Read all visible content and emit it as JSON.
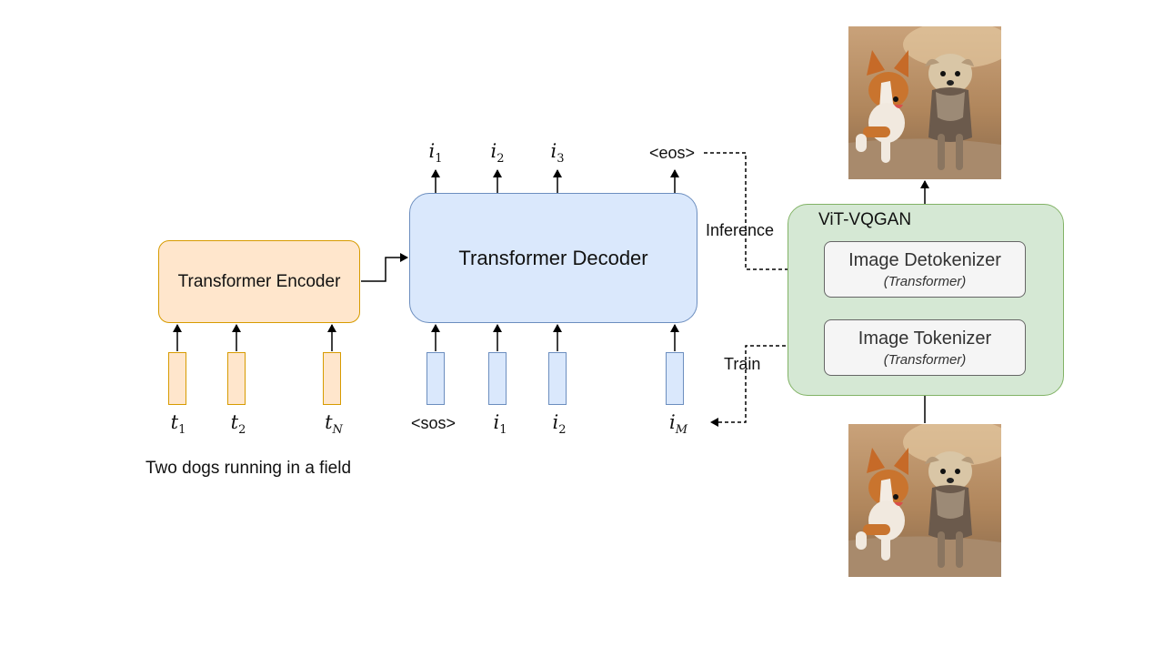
{
  "encoder": {
    "label": "Transformer Encoder"
  },
  "decoder": {
    "label": "Transformer Decoder"
  },
  "vqgan": {
    "title": "ViT-VQGAN",
    "detokenizer": {
      "label": "Image Detokenizer",
      "sub": "(Transformer)"
    },
    "tokenizer": {
      "label": "Image Tokenizer",
      "sub": "(Transformer)"
    }
  },
  "text_tokens": [
    {
      "sym": "t",
      "idx": "1"
    },
    {
      "sym": "t",
      "idx": "2"
    },
    {
      "sym": "t",
      "idx": "N"
    }
  ],
  "decoder_inputs": {
    "sos": "<sos>",
    "tokens": [
      {
        "sym": "i",
        "idx": "1"
      },
      {
        "sym": "i",
        "idx": "2"
      },
      {
        "sym": "i",
        "idx": "M"
      }
    ]
  },
  "decoder_outputs": {
    "tokens": [
      {
        "sym": "i",
        "idx": "1"
      },
      {
        "sym": "i",
        "idx": "2"
      },
      {
        "sym": "i",
        "idx": "3"
      }
    ],
    "eos": "<eos>"
  },
  "caption": "Two dogs running in a field",
  "edge_labels": {
    "inference": "Inference",
    "train": "Train"
  },
  "colors": {
    "encoder_fill": "#ffe6cc",
    "encoder_stroke": "#d79b00",
    "decoder_fill": "#dae8fc",
    "decoder_stroke": "#6c8ebf",
    "vqgan_fill": "#d5e8d4",
    "vqgan_stroke": "#82b366"
  }
}
